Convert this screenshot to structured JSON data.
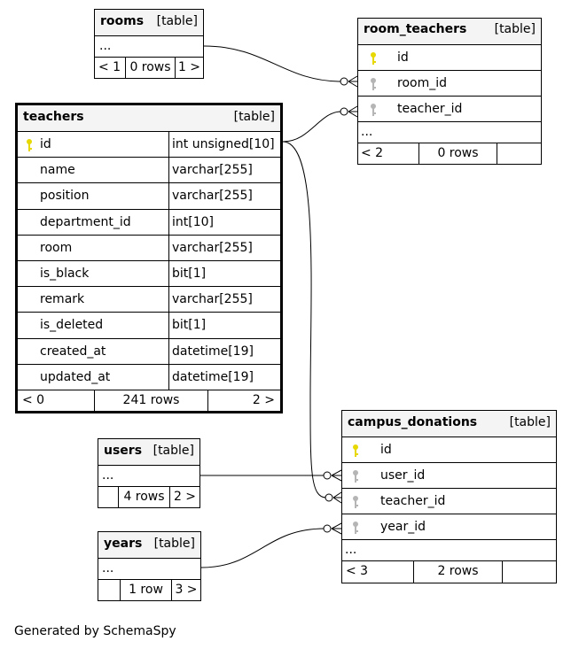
{
  "footer": "Generated by SchemaSpy",
  "tables": {
    "rooms": {
      "name": "rooms",
      "tag": "[table]",
      "ellipsis": "...",
      "prev": "< 1",
      "rows": "0 rows",
      "next": "1 >"
    },
    "room_teachers": {
      "name": "room_teachers",
      "tag": "[table]",
      "columns": [
        "id",
        "room_id",
        "teacher_id"
      ],
      "ellipsis": "...",
      "prev": "< 2",
      "rows": "0 rows"
    },
    "teachers": {
      "name": "teachers",
      "tag": "[table]",
      "columns": [
        {
          "name": "id",
          "type": "int unsigned[10]"
        },
        {
          "name": "name",
          "type": "varchar[255]"
        },
        {
          "name": "position",
          "type": "varchar[255]"
        },
        {
          "name": "department_id",
          "type": "int[10]"
        },
        {
          "name": "room",
          "type": "varchar[255]"
        },
        {
          "name": "is_black",
          "type": "bit[1]"
        },
        {
          "name": "remark",
          "type": "varchar[255]"
        },
        {
          "name": "is_deleted",
          "type": "bit[1]"
        },
        {
          "name": "created_at",
          "type": "datetime[19]"
        },
        {
          "name": "updated_at",
          "type": "datetime[19]"
        }
      ],
      "prev": "< 0",
      "rows": "241 rows",
      "next": "2 >"
    },
    "users": {
      "name": "users",
      "tag": "[table]",
      "ellipsis": "...",
      "rows": "4 rows",
      "next": "2 >"
    },
    "years": {
      "name": "years",
      "tag": "[table]",
      "ellipsis": "...",
      "rows": "1 row",
      "next": "3 >"
    },
    "campus_donations": {
      "name": "campus_donations",
      "tag": "[table]",
      "columns": [
        "id",
        "user_id",
        "teacher_id",
        "year_id"
      ],
      "ellipsis": "...",
      "prev": "< 3",
      "rows": "2 rows"
    }
  },
  "colors": {
    "primary_key": "#e6d800",
    "foreign_key": "#b5b5b5",
    "header_bg": "#f4f4f4"
  },
  "icons": {
    "primary_key": "key-icon",
    "foreign_key": "key-icon"
  }
}
